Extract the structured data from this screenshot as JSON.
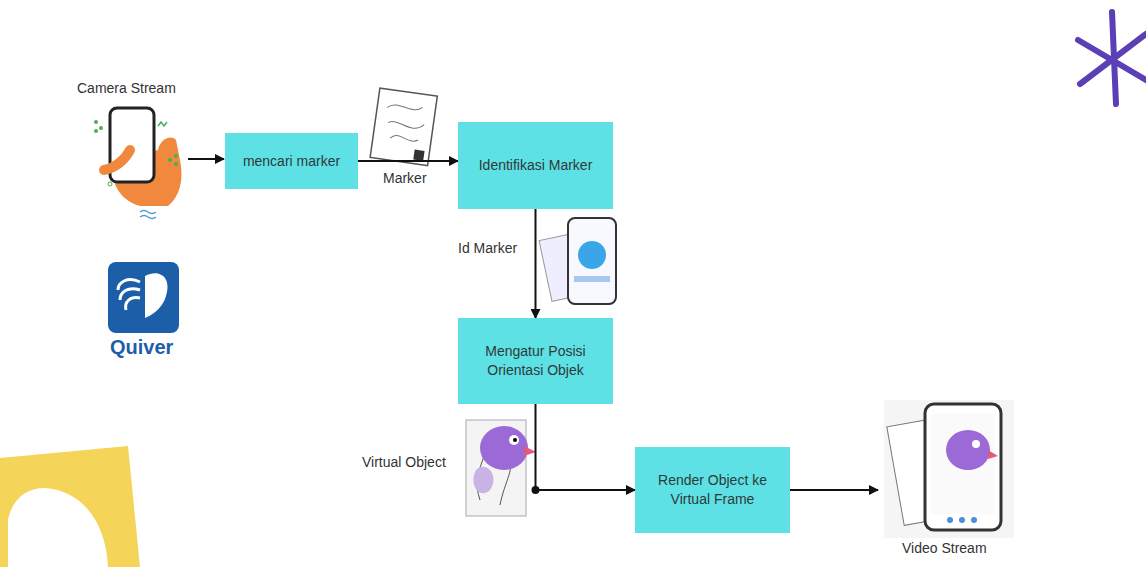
{
  "diagram": {
    "nodes": [
      {
        "text": [
          "mencari marker"
        ]
      },
      {
        "text": [
          "Identifikasi Marker"
        ]
      },
      {
        "text": [
          "Mengatur Posisi Orientasi Objek"
        ]
      },
      {
        "text": [
          "Render Object ke Virtual Frame"
        ]
      }
    ],
    "edges": [
      {
        "from": 0,
        "to": 1,
        "label": "Marker",
        "arrow": "to"
      },
      {
        "from": 1,
        "to": 2,
        "label": "Id Marker",
        "arrow": "to"
      },
      {
        "from": 2,
        "to": 3,
        "label": "Virtual Object",
        "arrow": "to"
      }
    ],
    "labels": [
      "Camera Stream",
      "Quiver",
      "Video Stream"
    ]
  }
}
